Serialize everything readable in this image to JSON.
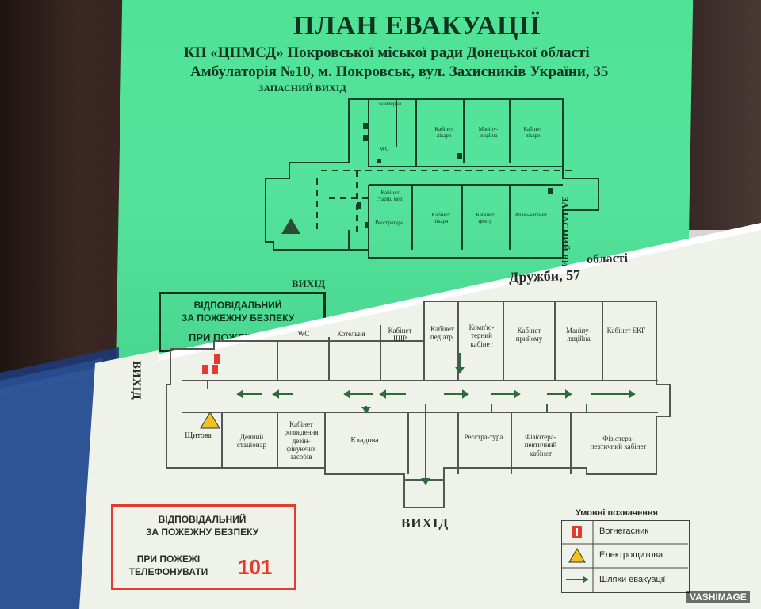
{
  "top_sign": {
    "title": "ПЛАН ЕВАКУАЦІЇ",
    "subtitle_line1": "КП «ЦПМСД» Покровської міської ради Донецької області",
    "subtitle_line2": "Амбулаторія №10, м. Покровськ, вул. Захисників України, 35",
    "exit_spare_top": "ЗАПАСНИЙ ВИХІД",
    "exit_spare_side": "ЗАПАСНИЙ ВИХІД",
    "exit_main": "ВИХІД",
    "rooms": {
      "boiler": "Бойлерна",
      "wc": "WC",
      "cab_1": "Кабінет лікаря",
      "manip": "Маніпу-ляційна",
      "cab_2": "Кабінет лікаря",
      "cab_star": "Кабінет старш. мед.",
      "reg": "Реєстратура",
      "cab_3": "Кабінет лікаря",
      "cab_4": "Кабінет центр",
      "physio": "Фізіо-кабінет"
    },
    "responsible_line1": "ВІДПОВІДАЛЬНИЙ",
    "responsible_line2": "ЗА ПОЖЕЖНУ БЕЗПЕКУ",
    "responsible_line3": "ПРИ ПОЖЕЖІ"
  },
  "bottom_sign": {
    "header_line1": "області",
    "header_line2": "Дружби, 57",
    "exit_side": "ВИХІД",
    "exit_main": "ВИХІД",
    "rooms": {
      "wc": "WC",
      "boiler": "Котельня",
      "cab_hir": "Кабінет ШІР",
      "cab_pediatr": "Кабінет педіатр.",
      "comp": "Комп'ю-терний кабінет",
      "cab_prym": "Кабінет прийому",
      "manip": "Маніпу-ляційна",
      "cab_ekg": "Кабінет ЕКГ",
      "shchytova": "Щитова",
      "day": "Денний стаціонар",
      "dez": "Кабінет розведення дезін-фікуючих засобів",
      "storage": "Кладова",
      "reg": "Реєстра-тура",
      "physio_1": "Фізіотера-певтичний кабінет",
      "physio_2": "Фізіотера-певтичний кабінет"
    },
    "responsible_line1": "ВІДПОВІДАЛЬНИЙ",
    "responsible_line2": "ЗА ПОЖЕЖНУ БЕЗПЕКУ",
    "fire_line1": "ПРИ ПОЖЕЖІ",
    "fire_line2": "ТЕЛЕФОНУВАТИ",
    "phone": "101",
    "legend": {
      "title": "Умовні позначення",
      "item_1": "Вогнегасник",
      "item_2": "Електрощитова",
      "item_3": "Шляхи евакуації"
    }
  },
  "watermark": "VASHIMAGE",
  "colors": {
    "green": "#50e397",
    "red": "#e23b2f",
    "arrow": "#2f6b3a",
    "yellow": "#f2c11d"
  }
}
